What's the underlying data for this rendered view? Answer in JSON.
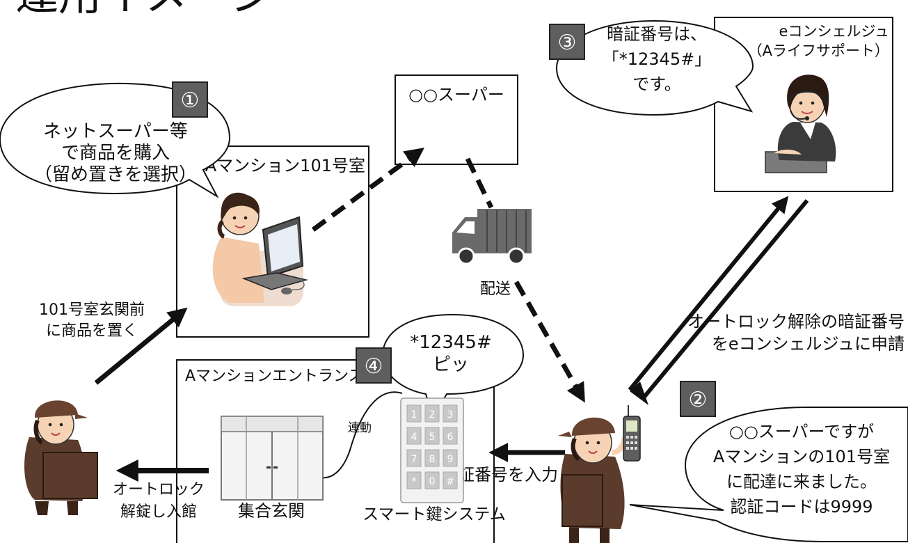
{
  "title": "運用イメージ",
  "step_badges": [
    "①",
    "②",
    "③",
    "④"
  ],
  "bubbles": {
    "bubble1": [
      "ネットスーパー等",
      "で商品を購入",
      "（留め置きを選択）"
    ],
    "bubble2": [
      "○○スーパーですが",
      "Aマンションの101号室",
      "に配達に来ました。",
      "認証コードは9999"
    ],
    "bubble3": [
      "暗証番号は、",
      "「*12345#」",
      "です。"
    ],
    "bubble4": [
      "*12345#",
      "ピッ"
    ]
  },
  "boxes": {
    "room": "Aマンション101号室",
    "supermarket": "○○スーパー",
    "concierge": [
      "eコンシェルジュ",
      "（Aライフサポート）"
    ],
    "entrance": "Aマンションエントランス"
  },
  "labels": {
    "delivery": "配送",
    "place_goods": [
      "101号室玄関前",
      "に商品を置く"
    ],
    "request_code": [
      "オートロック解除の暗証番号",
      "をeコンシェルジュに申請"
    ],
    "linked": "連動",
    "enter_code": "暗証番号を入力",
    "unlock": [
      "オートロック",
      "解錠し入館"
    ],
    "common_door": "集合玄関",
    "smart_lock": "スマート鍵システム"
  },
  "keypad_keys": [
    "1",
    "2",
    "3",
    "4",
    "5",
    "6",
    "7",
    "8",
    "9",
    "*",
    "0",
    "#"
  ],
  "colors": {
    "badge": "#5e5e5e",
    "line": "#111111",
    "skin": "#f6d3b5",
    "uniform": "#5b3b2c"
  }
}
